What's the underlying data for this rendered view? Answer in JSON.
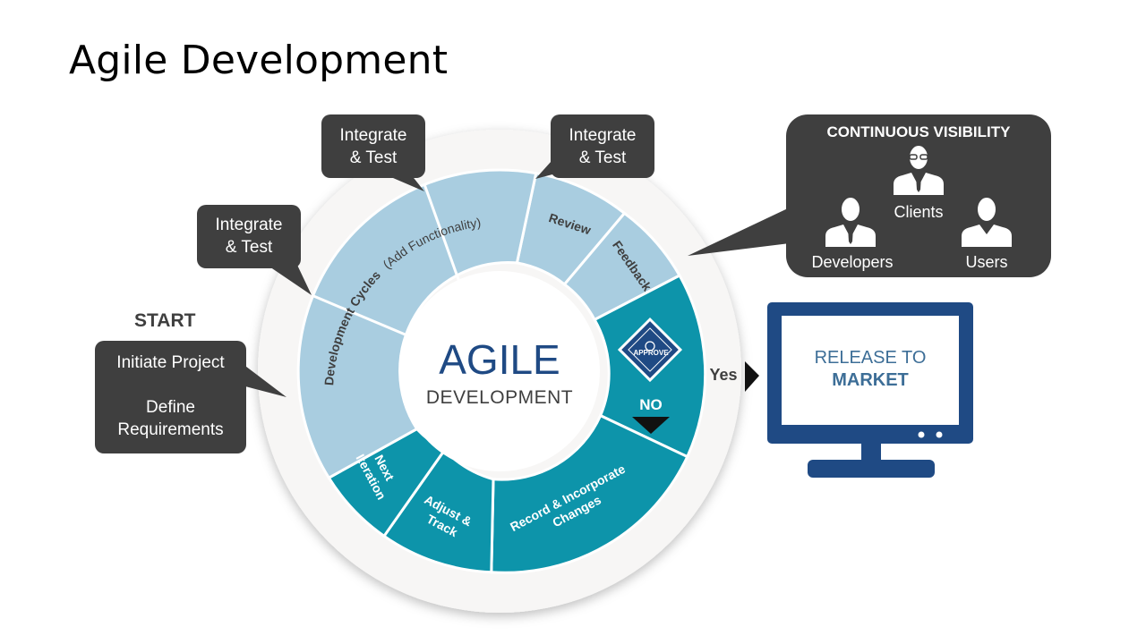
{
  "title": "Agile Development",
  "bubbles": {
    "left_top": "Integrate\n& Test",
    "mid_top": "Integrate\n& Test",
    "right_top": "Integrate\n& Test"
  },
  "start": {
    "label": "START",
    "line1": "Initiate Project",
    "line2": "Define",
    "line3": "Requirements"
  },
  "visibility": {
    "title": "CONTINUOUS VISIBILITY",
    "clients": "Clients",
    "developers": "Developers",
    "users": "Users"
  },
  "wheel": {
    "center_title": "AGILE",
    "center_subtitle": "DEVELOPMENT",
    "dev_cycles": "Development Cycles",
    "add_functionality": "(Add Functionality)",
    "review": "Review",
    "feedback": "Feedback",
    "approve": "APPROVE",
    "no": "NO",
    "yes": "Yes",
    "record1": "Record & Incorporate",
    "record2": "Changes",
    "adjust1": "Adjust &",
    "adjust2": "Track",
    "next1": "Next",
    "next2": "Iteration"
  },
  "monitor": {
    "line1": "RELEASE TO",
    "line2": "MARKET"
  },
  "colors": {
    "light_blue": "#a9cde0",
    "teal": "#0d94aa",
    "dark_gray": "#3f3f3f",
    "navy": "#1f4a84",
    "title_blue": "#1f4a84"
  }
}
